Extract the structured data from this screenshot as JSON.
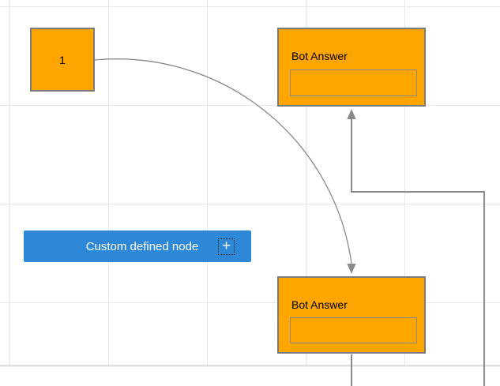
{
  "colors": {
    "canvas_bg": "#ffffff",
    "grid_line": "#e8e8e8",
    "canvas_edge": "#e0e0e0",
    "node_fill": "#FFA500",
    "node_border": "#7b7b7b",
    "node_text": "#000000",
    "annotation_border": "#8a8a8a",
    "connector": "#8a8a8a",
    "custom_fill": "#2E88D8",
    "custom_text": "#ffffff",
    "plus_dotted_border": "#1a1a1a"
  },
  "icons": {
    "plus": "+"
  },
  "nodes": {
    "start": {
      "label": "1"
    },
    "bot_answer_top": {
      "title": "Bot Answer",
      "annotation": ""
    },
    "bot_answer_bottom": {
      "title": "Bot Answer",
      "annotation": ""
    },
    "custom": {
      "label": "Custom defined node"
    }
  }
}
